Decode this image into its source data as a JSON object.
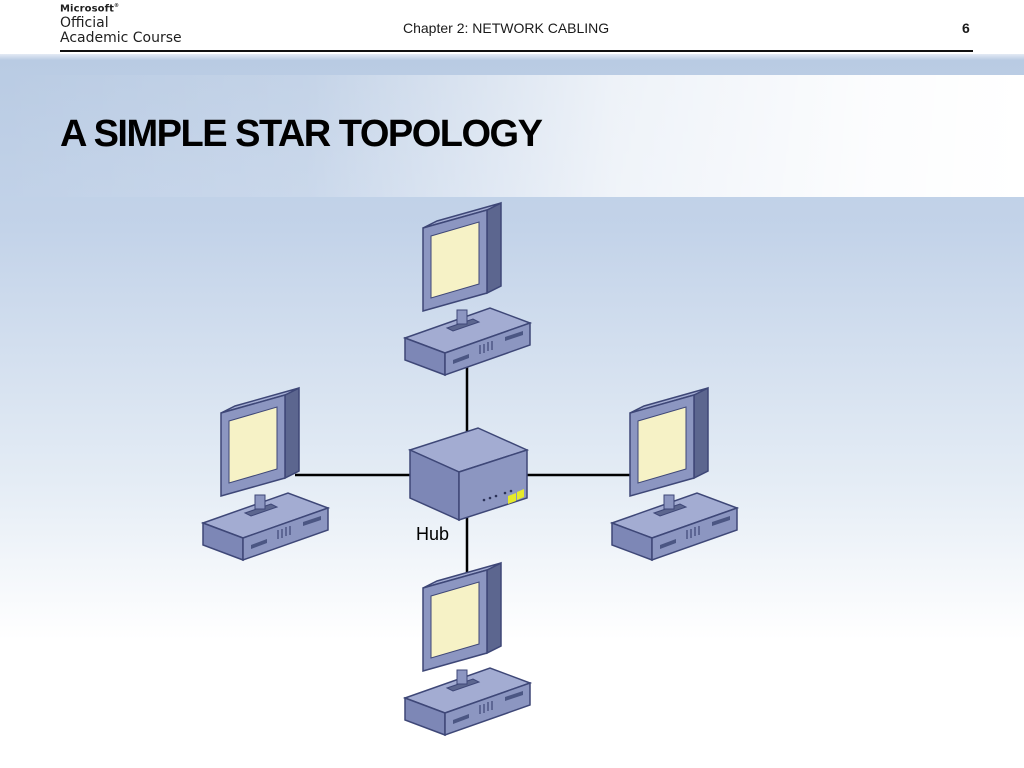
{
  "header": {
    "logo_line1": "Microsoft",
    "logo_line2": "Official",
    "logo_line3": "Academic Course",
    "chapter": "Chapter 2: NETWORK CABLING",
    "page_number": "6"
  },
  "slide": {
    "title": "A SIMPLE STAR TOPOLOGY"
  },
  "diagram": {
    "nodes": [
      {
        "name": "Hub",
        "label": "Hub"
      },
      {
        "name": "computer-top",
        "label": ""
      },
      {
        "name": "computer-left",
        "label": ""
      },
      {
        "name": "computer-right",
        "label": ""
      },
      {
        "name": "computer-bottom",
        "label": ""
      }
    ],
    "edges": [
      {
        "from": "Hub",
        "to": "computer-top"
      },
      {
        "from": "Hub",
        "to": "computer-left"
      },
      {
        "from": "Hub",
        "to": "computer-right"
      },
      {
        "from": "Hub",
        "to": "computer-bottom"
      }
    ],
    "hub_label": "Hub",
    "colors": {
      "device_body": "#7b86b5",
      "device_dark": "#4b5683",
      "screen": "#f6f2c6",
      "hub_led": "#e6ea2b",
      "cable": "#000000"
    }
  }
}
